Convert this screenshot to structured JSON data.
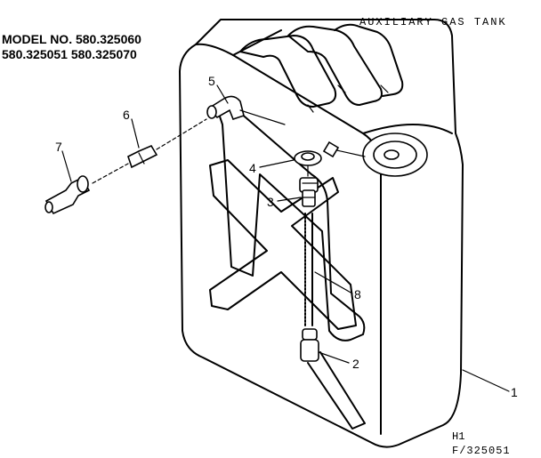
{
  "header": {
    "title": "AUXILIARY GAS TANK",
    "model_line_1": "MODEL NO. 580.325060",
    "model_line_2": "580.325051  580.325070"
  },
  "footer": {
    "code_1": "H1",
    "code_2": "F/325051"
  },
  "callouts": {
    "c1": "1",
    "c2": "2",
    "c3": "3",
    "c4": "4",
    "c5": "5",
    "c6": "6",
    "c7": "7",
    "c8": "8"
  },
  "colors": {
    "ink": "#000000",
    "paper": "#ffffff"
  }
}
